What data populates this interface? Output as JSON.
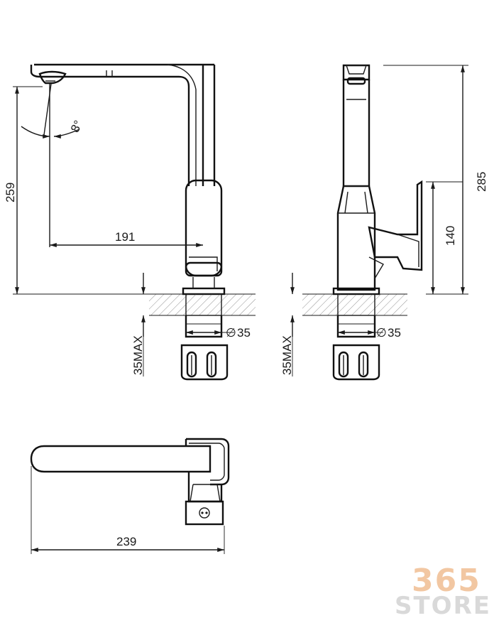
{
  "dimensions": {
    "spout_angle": "8°",
    "reach": "191",
    "height_left": "259",
    "height_total": "285",
    "lever_height": "140",
    "mount_max_left": "35MAX",
    "mount_max_right": "35MAX",
    "hole_diameter_left": "35",
    "hole_diameter_right": "35",
    "length_top_view": "239",
    "diameter_symbol": "∅"
  },
  "logo": {
    "number": "365",
    "word": "STORE"
  }
}
